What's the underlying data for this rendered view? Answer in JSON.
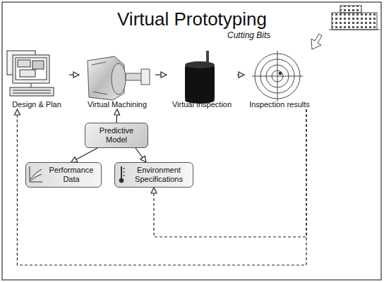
{
  "diagram": {
    "title": "Virtual Prototyping",
    "nodes": [
      {
        "text": [
          "Design & Plan"
        ]
      },
      {
        "text": [
          "Virtual Machining"
        ]
      },
      {
        "text": [
          "Virtual Inspection"
        ]
      },
      {
        "text": [
          "Inspection results"
        ]
      },
      {
        "text": [
          "Predictive Model"
        ]
      },
      {
        "text": [
          "Performance Data"
        ]
      },
      {
        "text": [
          "Environment Specifications"
        ]
      }
    ],
    "edges": [
      {
        "from": 0,
        "to": 1,
        "arrow": "to"
      },
      {
        "from": 1,
        "to": 2,
        "arrow": "to"
      },
      {
        "from": 2,
        "to": 3,
        "arrow": "to"
      },
      {
        "from": 4,
        "to": 1,
        "arrow": "to"
      },
      {
        "from": 4,
        "to": 5,
        "arrow": "to"
      },
      {
        "from": 4,
        "to": 6,
        "arrow": "to"
      },
      {
        "from": 3,
        "to": 0,
        "arrow": "to"
      },
      {
        "from": 3,
        "to": 6,
        "arrow": "to"
      }
    ],
    "labels": [
      "Cutting Bits"
    ]
  }
}
